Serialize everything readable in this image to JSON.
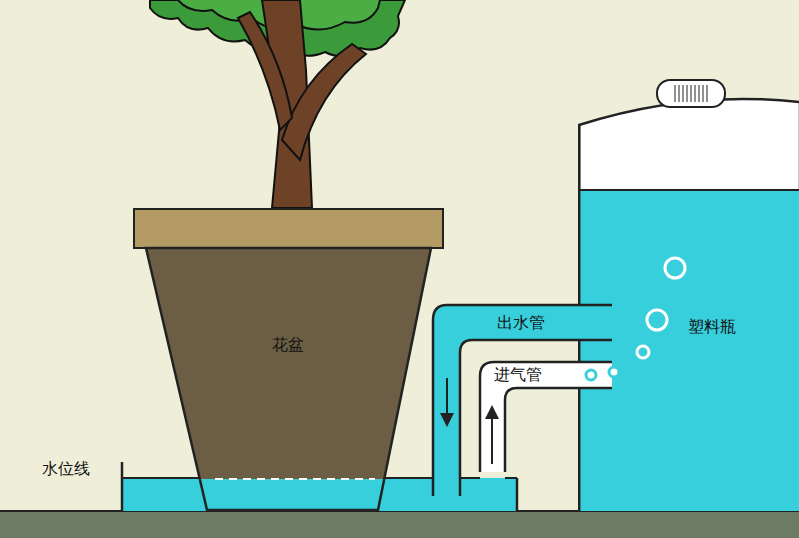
{
  "diagram": {
    "nodes": [
      {
        "text": [
          "花盆"
        ]
      },
      {
        "text": [
          "塑料瓶"
        ]
      }
    ],
    "labels": [
      "出水管",
      "进气管",
      "水位线"
    ]
  }
}
